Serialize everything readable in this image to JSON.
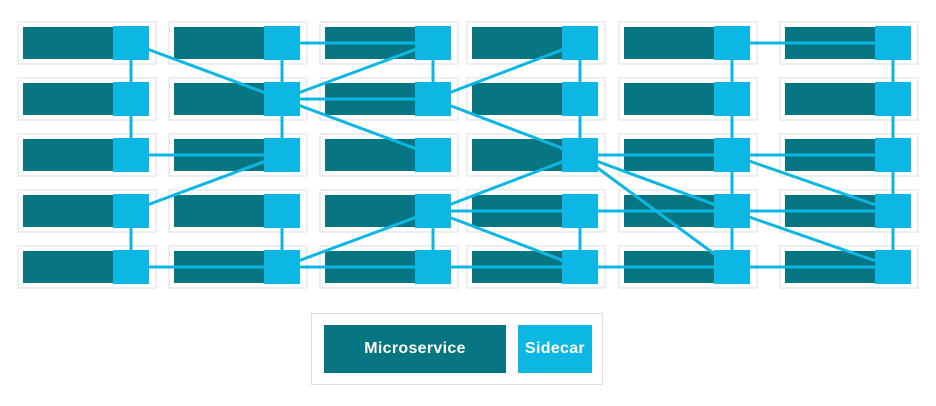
{
  "colors": {
    "microservice": "#077682",
    "sidecar": "#0db7e4",
    "connection": "#0db7e4",
    "pod_border": "#d9dde0"
  },
  "grid": {
    "columns": 6,
    "rows": 5
  },
  "connections": [
    [
      [
        0,
        0
      ],
      [
        0,
        1
      ]
    ],
    [
      [
        0,
        1
      ],
      [
        0,
        2
      ]
    ],
    [
      [
        0,
        3
      ],
      [
        0,
        4
      ]
    ],
    [
      [
        0,
        0
      ],
      [
        1,
        1
      ]
    ],
    [
      [
        0,
        2
      ],
      [
        1,
        2
      ]
    ],
    [
      [
        0,
        3
      ],
      [
        1,
        2
      ]
    ],
    [
      [
        0,
        4
      ],
      [
        1,
        4
      ]
    ],
    [
      [
        1,
        0
      ],
      [
        1,
        1
      ]
    ],
    [
      [
        1,
        1
      ],
      [
        1,
        2
      ]
    ],
    [
      [
        1,
        3
      ],
      [
        1,
        4
      ]
    ],
    [
      [
        1,
        0
      ],
      [
        2,
        0
      ]
    ],
    [
      [
        1,
        1
      ],
      [
        2,
        0
      ]
    ],
    [
      [
        1,
        1
      ],
      [
        2,
        1
      ]
    ],
    [
      [
        1,
        1
      ],
      [
        2,
        2
      ]
    ],
    [
      [
        1,
        4
      ],
      [
        2,
        3
      ]
    ],
    [
      [
        1,
        4
      ],
      [
        2,
        4
      ]
    ],
    [
      [
        2,
        0
      ],
      [
        2,
        1
      ]
    ],
    [
      [
        2,
        3
      ],
      [
        2,
        4
      ]
    ],
    [
      [
        2,
        1
      ],
      [
        3,
        0
      ]
    ],
    [
      [
        2,
        1
      ],
      [
        3,
        2
      ]
    ],
    [
      [
        2,
        3
      ],
      [
        3,
        3
      ]
    ],
    [
      [
        2,
        3
      ],
      [
        3,
        2
      ]
    ],
    [
      [
        2,
        3
      ],
      [
        3,
        4
      ]
    ],
    [
      [
        2,
        4
      ],
      [
        3,
        4
      ]
    ],
    [
      [
        3,
        0
      ],
      [
        3,
        1
      ]
    ],
    [
      [
        3,
        1
      ],
      [
        3,
        2
      ]
    ],
    [
      [
        3,
        3
      ],
      [
        3,
        4
      ]
    ],
    [
      [
        3,
        2
      ],
      [
        4,
        2
      ]
    ],
    [
      [
        3,
        2
      ],
      [
        4,
        3
      ]
    ],
    [
      [
        3,
        2
      ],
      [
        4,
        4
      ]
    ],
    [
      [
        3,
        3
      ],
      [
        4,
        3
      ]
    ],
    [
      [
        3,
        4
      ],
      [
        4,
        4
      ]
    ],
    [
      [
        4,
        0
      ],
      [
        4,
        1
      ]
    ],
    [
      [
        4,
        1
      ],
      [
        4,
        2
      ]
    ],
    [
      [
        4,
        2
      ],
      [
        4,
        3
      ]
    ],
    [
      [
        4,
        2
      ],
      [
        4,
        4
      ]
    ],
    [
      [
        4,
        3
      ],
      [
        4,
        4
      ]
    ],
    [
      [
        4,
        0
      ],
      [
        5,
        0
      ]
    ],
    [
      [
        4,
        2
      ],
      [
        5,
        2
      ]
    ],
    [
      [
        4,
        2
      ],
      [
        5,
        3
      ]
    ],
    [
      [
        4,
        3
      ],
      [
        5,
        3
      ]
    ],
    [
      [
        4,
        3
      ],
      [
        5,
        4
      ]
    ],
    [
      [
        4,
        4
      ],
      [
        5,
        4
      ]
    ],
    [
      [
        5,
        0
      ],
      [
        5,
        1
      ]
    ],
    [
      [
        5,
        1
      ],
      [
        5,
        2
      ]
    ],
    [
      [
        5,
        2
      ],
      [
        5,
        3
      ]
    ],
    [
      [
        5,
        3
      ],
      [
        5,
        4
      ]
    ]
  ],
  "legend": {
    "microservice_label": "Microservice",
    "sidecar_label": "Sidecar"
  }
}
